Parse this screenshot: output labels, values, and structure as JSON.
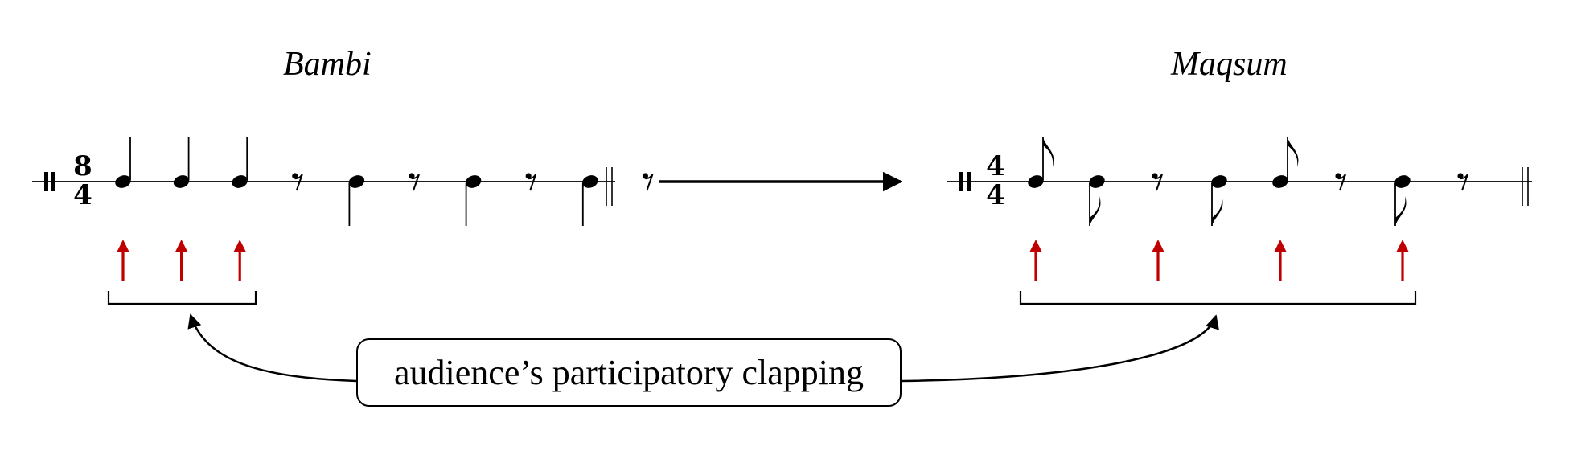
{
  "titles": {
    "left": "Bambi",
    "right": "Maqsum"
  },
  "time_signatures": {
    "left": {
      "top": "8",
      "bottom": "4"
    },
    "right": {
      "top": "4",
      "bottom": "4"
    }
  },
  "caption": "audience’s participatory clapping",
  "colors": {
    "ink": "#000000",
    "clap_arrow": "#c00000"
  },
  "patterns": {
    "left": [
      "quarter-up",
      "quarter-up",
      "quarter-up",
      "eighth-rest",
      "quarter-down",
      "eighth-rest",
      "quarter-down",
      "eighth-rest",
      "quarter-down",
      "eighth-rest"
    ],
    "right": [
      "eighth-up",
      "eighth-down",
      "eighth-rest",
      "eighth-down",
      "eighth-up",
      "eighth-rest",
      "eighth-down",
      "eighth-rest"
    ]
  },
  "clap_marks": {
    "left": [
      1,
      2,
      3
    ],
    "right": [
      1,
      3,
      5,
      7
    ]
  }
}
